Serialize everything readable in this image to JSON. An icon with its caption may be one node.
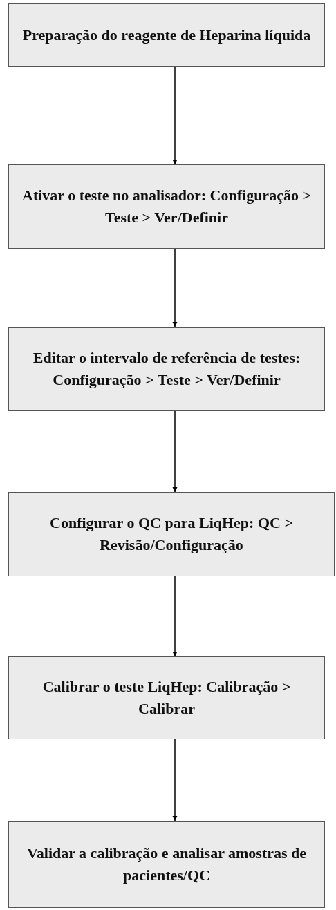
{
  "diagram": {
    "nodes": [
      {
        "text": [
          "Preparação do reagente de Heparina líquida"
        ]
      },
      {
        "text": [
          "Ativar o teste no analisador: Configuração > Teste > Ver/Definir"
        ]
      },
      {
        "text": [
          "Editar o intervalo de referência de testes: Configuração > Teste > Ver/Definir"
        ]
      },
      {
        "text": [
          "Configurar o QC para LiqHep: QC > Revisão/Configuração"
        ]
      },
      {
        "text": [
          "Calibrar o teste LiqHep: Calibração > Calibrar"
        ]
      },
      {
        "text": [
          "Validar a calibração e analisar amostras de pacientes/QC"
        ]
      }
    ],
    "edges": [
      {
        "from": 0,
        "to": 1,
        "arrow": "to"
      },
      {
        "from": 1,
        "to": 2,
        "arrow": "to"
      },
      {
        "from": 2,
        "to": 3,
        "arrow": "to"
      },
      {
        "from": 3,
        "to": 4,
        "arrow": "to"
      },
      {
        "from": 4,
        "to": 5,
        "arrow": "to"
      }
    ]
  }
}
